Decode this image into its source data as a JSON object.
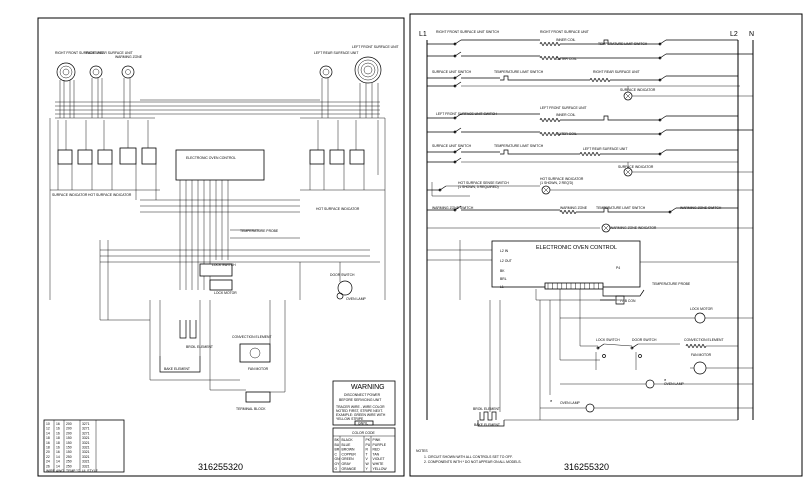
{
  "left_panel": {
    "labels": {
      "right_front_surface_unit": "RIGHT FRONT SURFACE UNIT",
      "right_rear_surface_unit": "RIGHT REAR SURFACE UNIT",
      "warming_zone": "WARMING ZONE",
      "left_rear_surface_unit": "LEFT REAR SURFACE UNIT",
      "left_front_surface_unit": "LEFT FRONT SURFACE UNIT",
      "electronic_oven_control": "ELECTRONIC OVEN CONTROL",
      "surface_indicator": "SURFACE INDICATOR",
      "hot_surface_indicator_left": "HOT SURFACE INDICATOR",
      "hot_surface_indicator_right": "HOT SURFACE INDICATOR",
      "temperature_probe": "TEMPERATURE PROBE",
      "lock_switch": "LOCK SWITCH",
      "lock_motor": "LOCK MOTOR",
      "door_switch": "DOOR SWITCH",
      "oven_lamp": "OVEN LAMP",
      "broil_element": "BROIL ELEMENT",
      "bake_element": "BAKE ELEMENT",
      "convection_element": "CONVECTION ELEMENT",
      "fan_motor": "FAN MOTOR",
      "terminal_block": "TERMINAL BLOCK"
    },
    "warning": {
      "title": "WARNING",
      "line1": "DISCONNECT POWER",
      "line2": "BEFORE SERVICING UNIT",
      "tracer_lines": [
        "TRACER WIRE - WIRE COLOR",
        "NOTED FIRST, STRIPE NEXT.",
        "EXAMPLE: GREEN WIRE WITH",
        "YELLOW STRIPE"
      ],
      "example_code": "GN/YL"
    },
    "color_code": {
      "title": "COLOR CODE",
      "rows": [
        [
          "BK",
          "BLACK",
          "PK",
          "PINK"
        ],
        [
          "BU",
          "BLUE",
          "PU",
          "PURPLE"
        ],
        [
          "BR",
          "BROWN",
          "R",
          "RED"
        ],
        [
          "C",
          "COPPER",
          "T",
          "TAN"
        ],
        [
          "GN",
          "GREEN",
          "V",
          "VIOLET"
        ],
        [
          "GY",
          "GRAY",
          "W",
          "WHITE"
        ],
        [
          "O",
          "ORANGE",
          "Y",
          "YELLOW"
        ]
      ]
    },
    "wire_table": {
      "rows": [
        [
          "10",
          "16",
          "200",
          "3271"
        ],
        [
          "12",
          "16",
          "200",
          "3271"
        ],
        [
          "14",
          "16",
          "200",
          "3271"
        ],
        [
          "18",
          "18",
          "150",
          "3321"
        ],
        [
          "16",
          "18",
          "150",
          "3321"
        ],
        [
          "18",
          "16",
          "150",
          "3321"
        ],
        [
          "20",
          "16",
          "150",
          "3321"
        ],
        [
          "22",
          "14",
          "250",
          "3321"
        ],
        [
          "24",
          "14",
          "250",
          "3321"
        ],
        [
          "26",
          "14",
          "250",
          "3321"
        ]
      ],
      "header": [
        "WIRE",
        "AWG",
        "TEMP °C",
        "UL STYLE"
      ]
    },
    "part_number": "316255320"
  },
  "right_panel": {
    "line_labels": {
      "l1": "L1",
      "l2": "L2",
      "n": "N"
    },
    "labels": {
      "rf_unit_switch": "RIGHT FRONT SURFACE UNIT SWITCH",
      "rf_surface_unit": "RIGHT FRONT SURFACE UNIT",
      "inner_coil": "INNER COIL",
      "outer_coil": "OUTER COIL",
      "temp_limit_switch_1": "TEMPERATURE LIMIT SWITCH",
      "surface_unit_switch_1": "SURFACE UNIT SWITCH",
      "temp_limit_switch_2": "TEMPERATURE LIMIT SWITCH",
      "rr_surface_unit": "RIGHT REAR SURFACE UNIT",
      "surface_indicator_1": "SURFACE INDICATOR",
      "lf_surface_unit": "LEFT FRONT SURFACE UNIT",
      "lf_unit_switch": "LEFT FRONT SURFACE UNIT SWITCH",
      "inner_coil_2": "INNER COIL",
      "outer_coil_2": "OUTER COIL",
      "surface_unit_switch_2": "SURFACE UNIT SWITCH",
      "temp_limit_switch_3": "TEMPERATURE LIMIT SWITCH",
      "lr_surface_unit": "LEFT REAR SURFACE UNIT",
      "surface_indicator_2": "SURFACE INDICATOR",
      "hot_surface_sense_switch": "HOT SURFACE SENSE SWITCH",
      "hot_surface_sense_note": "(1 SHOWN, 5 REQUIRED)",
      "hot_surface_indicator": "HOT SURFACE INDICATOR",
      "hot_surface_indicator_note": "(1 SHOWN, 2 REQ'D)",
      "warming_zone_switch_1": "WARMING ZONE SWITCH",
      "warming_zone": "WARMING ZONE",
      "temp_limit_switch_4": "TEMPERATURE LIMIT SWITCH",
      "warming_zone_switch_2": "WARMING ZONE SWITCH",
      "warming_zone_indicator": "WARMING ZONE INDICATOR",
      "electronic_oven_control": "ELECTRONIC OVEN CONTROL",
      "temperature_probe": "TEMPERATURE PROBE",
      "prb_con": "PRB CON",
      "lock_motor": "LOCK MOTOR",
      "lock_switch": "LOCK SWITCH",
      "door_switch": "DOOR SWITCH",
      "convection_element": "CONVECTION ELEMENT",
      "fan_motor": "FAN MOTOR",
      "oven_lamp_1": "OVEN LAMP",
      "bake_element": "BAKE ELEMENT",
      "broil_element": "BROIL ELEMENT",
      "oven_lamp_2": "OVEN LAMP"
    },
    "eoc_terminals": [
      "L2 IN",
      "L2 OUT",
      "BK",
      "BRL",
      "L1",
      "P4"
    ],
    "notes": {
      "title": "NOTES",
      "n1": "1.  CIRCUIT SHOWN WITH ALL CONTROLS SET TO OFF.",
      "n2": "2.  COMPONENTS WITH * DO NOT APPEAR ON ALL MODELS."
    },
    "part_number": "316255320"
  }
}
